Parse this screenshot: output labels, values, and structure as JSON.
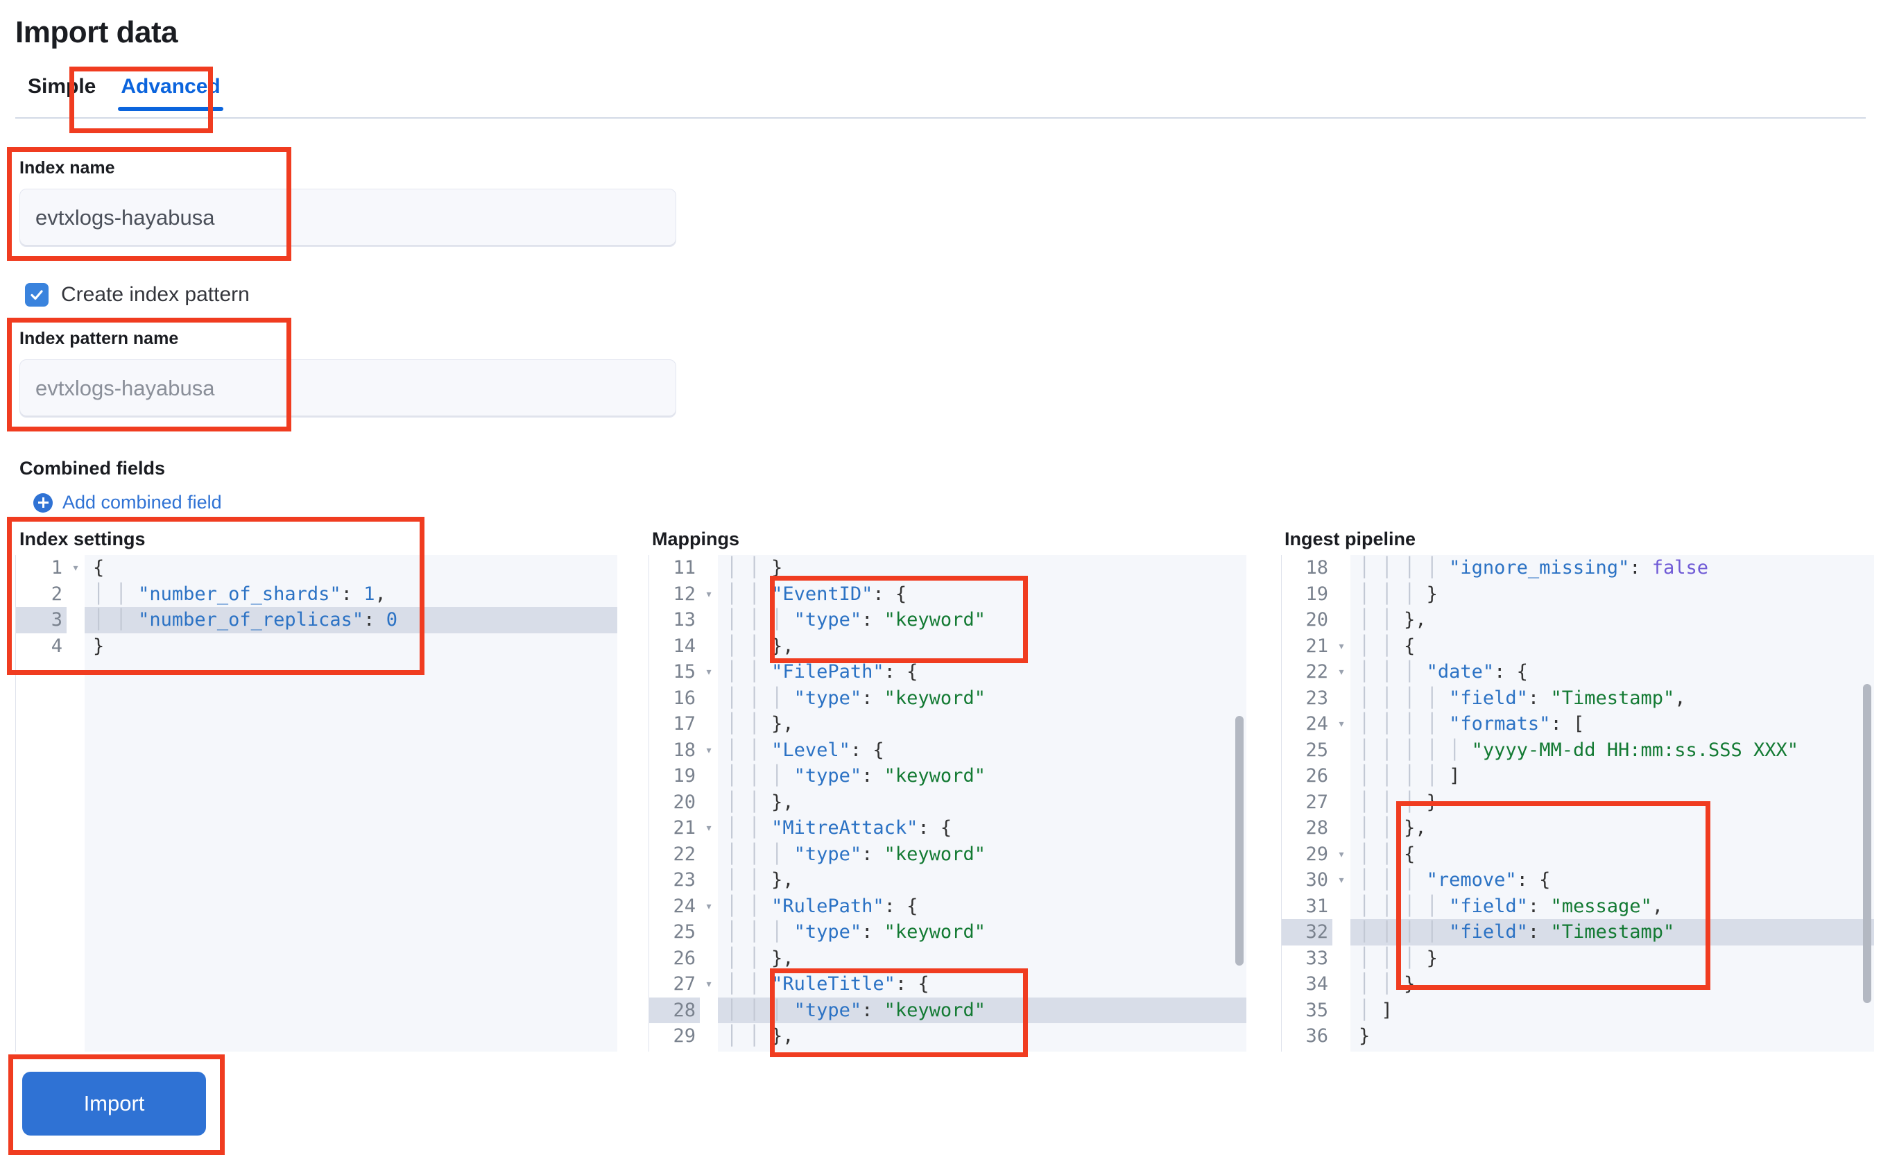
{
  "page": {
    "title": "Import data"
  },
  "tabs": [
    {
      "label": "Simple",
      "active": false
    },
    {
      "label": "Advanced",
      "active": true
    }
  ],
  "form": {
    "index_name": {
      "label": "Index name",
      "value": "evtxlogs-hayabusa"
    },
    "create_index_pattern": {
      "label": "Create index pattern",
      "checked": true
    },
    "index_pattern_name": {
      "label": "Index pattern name",
      "placeholder": "evtxlogs-hayabusa"
    },
    "combined_fields": {
      "label": "Combined fields",
      "add_link": "Add combined field"
    },
    "import_button": "Import"
  },
  "editors": {
    "index_settings": {
      "title": "Index settings",
      "first_line": 1,
      "highlight_line": 3,
      "fold_lines": [
        1
      ],
      "lines": [
        "{",
        "    \"number_of_shards\": 1,",
        "    \"number_of_replicas\": 0",
        "}"
      ]
    },
    "mappings": {
      "title": "Mappings",
      "first_line": 11,
      "highlight_line": 28,
      "fold_lines": [
        12,
        15,
        18,
        21,
        24,
        27
      ],
      "lines": [
        "    }",
        "    \"EventID\": {",
        "      \"type\": \"keyword\"",
        "    },",
        "    \"FilePath\": {",
        "      \"type\": \"keyword\"",
        "    },",
        "    \"Level\": {",
        "      \"type\": \"keyword\"",
        "    },",
        "    \"MitreAttack\": {",
        "      \"type\": \"keyword\"",
        "    },",
        "    \"RulePath\": {",
        "      \"type\": \"keyword\"",
        "    },",
        "    \"RuleTitle\": {",
        "      \"type\": \"keyword\"",
        "    },"
      ]
    },
    "ingest_pipeline": {
      "title": "Ingest pipeline",
      "first_line": 18,
      "highlight_line": 32,
      "fold_lines": [
        21,
        22,
        24,
        29,
        30
      ],
      "lines": [
        "        \"ignore_missing\": false",
        "      }",
        "    },",
        "    {",
        "      \"date\": {",
        "        \"field\": \"Timestamp\",",
        "        \"formats\": [",
        "          \"yyyy-MM-dd HH:mm:ss.SSS XXX\"",
        "        ]",
        "      }",
        "    },",
        "    {",
        "      \"remove\": {",
        "        \"field\": \"message\",",
        "        \"field\": \"Timestamp\"",
        "      }",
        "    }",
        "  ]",
        "}"
      ]
    }
  },
  "annotations": {
    "color": "#f03c20",
    "boxes": [
      "advanced-tab",
      "index-name-field",
      "index-pattern-name-field",
      "index-settings-editor",
      "mappings-eventid-block",
      "mappings-ruletitle-block",
      "ingest-remove-block",
      "import-button"
    ]
  }
}
